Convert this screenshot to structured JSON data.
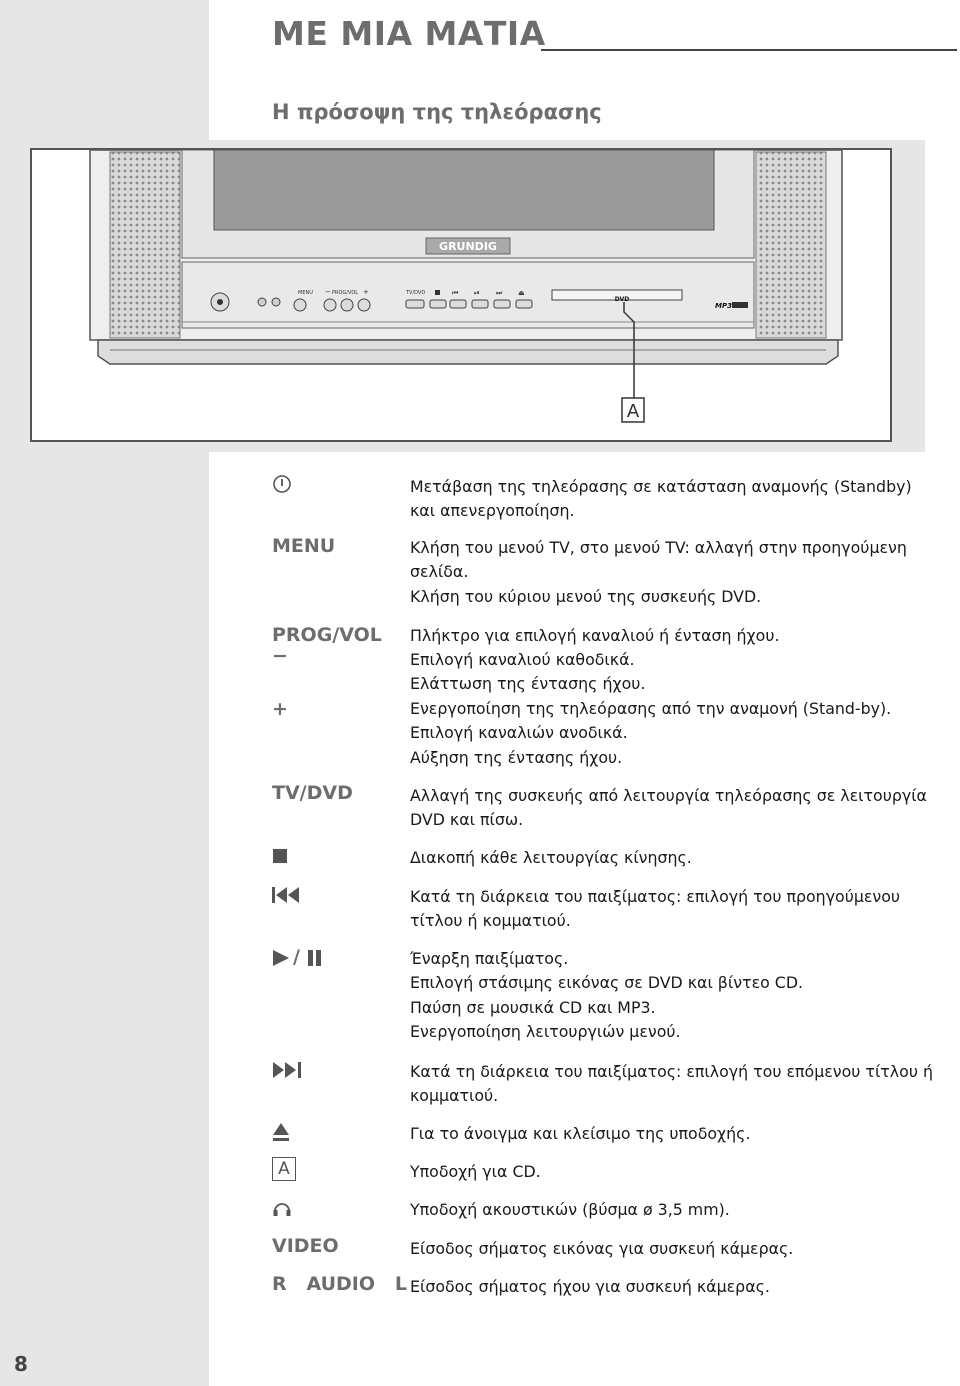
{
  "header": {
    "title": "ΜΕ ΜΙΑ ΜΑΤΙΑ",
    "section": "Η πρόσοψη της τηλεόρασης"
  },
  "figure": {
    "brand": "GRUNDIG",
    "panel_labels": {
      "menu": "MENU",
      "prog_vol": "PROG/VOL",
      "tv_dvd": "TV/DVD",
      "dvd": "DVD",
      "mp3": "MP3"
    },
    "callout": "A"
  },
  "items": [
    {
      "term": "",
      "icon": "power-icon",
      "lines": [
        "Μετάβαση της τηλεόρασης σε κατάσταση αναμονής (Standby)",
        "και απενεργοποίηση."
      ]
    },
    {
      "term": "MENU",
      "lines": [
        "Κλήση του μενού TV, στο μενού TV: αλλαγή στην προηγούμενη",
        "σελίδα.",
        "Κλήση του κύριου μενού της συσκευής DVD."
      ]
    },
    {
      "term": "PROG/VOL",
      "lines": [
        "Πλήκτρο για επιλογή καναλιού ή ένταση ήχου."
      ]
    },
    {
      "term": "−",
      "lines": [
        "Επιλογή καναλιού καθοδικά.",
        "Ελάττωση της έντασης ήχου."
      ]
    },
    {
      "term": "+",
      "lines": [
        "Ενεργοποίηση της τηλεόρασης από την αναμονή (Stand-by).",
        "Επιλογή καναλιών ανοδικά.",
        "Αύξηση της έντασης ήχου."
      ]
    },
    {
      "term": "TV/DVD",
      "lines": [
        "Αλλαγή της συσκευής από λειτουργία τηλεόρασης σε λειτουργία",
        "DVD και πίσω."
      ]
    },
    {
      "term": "",
      "icon": "stop-icon",
      "lines": [
        "Διακοπή κάθε λειτουργίας κίνησης."
      ]
    },
    {
      "term": "",
      "icon": "previous-track-icon",
      "lines": [
        "Κατά τη διάρκεια του παιξίματος: επιλογή του προηγούμενου",
        "τίτλου ή κομματιού."
      ]
    },
    {
      "term": "/",
      "icon": "play-pause-icon",
      "lines": [
        "Έναρξη παιξίματος.",
        "Επιλογή στάσιμης εικόνας σε DVD και βίντεο CD.",
        "Παύση σε μουσικά CD και MP3.",
        "Ενεργοποίηση λειτουργιών μενού."
      ]
    },
    {
      "term": "",
      "icon": "next-track-icon",
      "lines": [
        "Κατά τη διάρκεια του παιξίματος: επιλογή του επόμενου τίτλου ή",
        "κομματιού."
      ]
    },
    {
      "term": "",
      "icon": "eject-icon",
      "lines": [
        "Για το άνοιγμα και κλείσιμο της υποδοχής."
      ]
    },
    {
      "term": "A",
      "icon": "callout-a-icon",
      "lines": [
        "Υποδοχή για CD."
      ]
    },
    {
      "term": "",
      "icon": "headphones-icon",
      "lines": [
        "Υποδοχή ακουστικών (βύσμα ø 3,5 mm)."
      ]
    },
    {
      "term": "VIDEO",
      "lines": [
        "Είσοδος σήματος εικόνας για συσκευή κάμερας."
      ]
    },
    {
      "term": "R   AUDIO   L",
      "lines": [
        "Είσοδος σήματος ήχου για συσκευή κάμερας."
      ]
    }
  ],
  "footer": {
    "page_number": "8"
  }
}
